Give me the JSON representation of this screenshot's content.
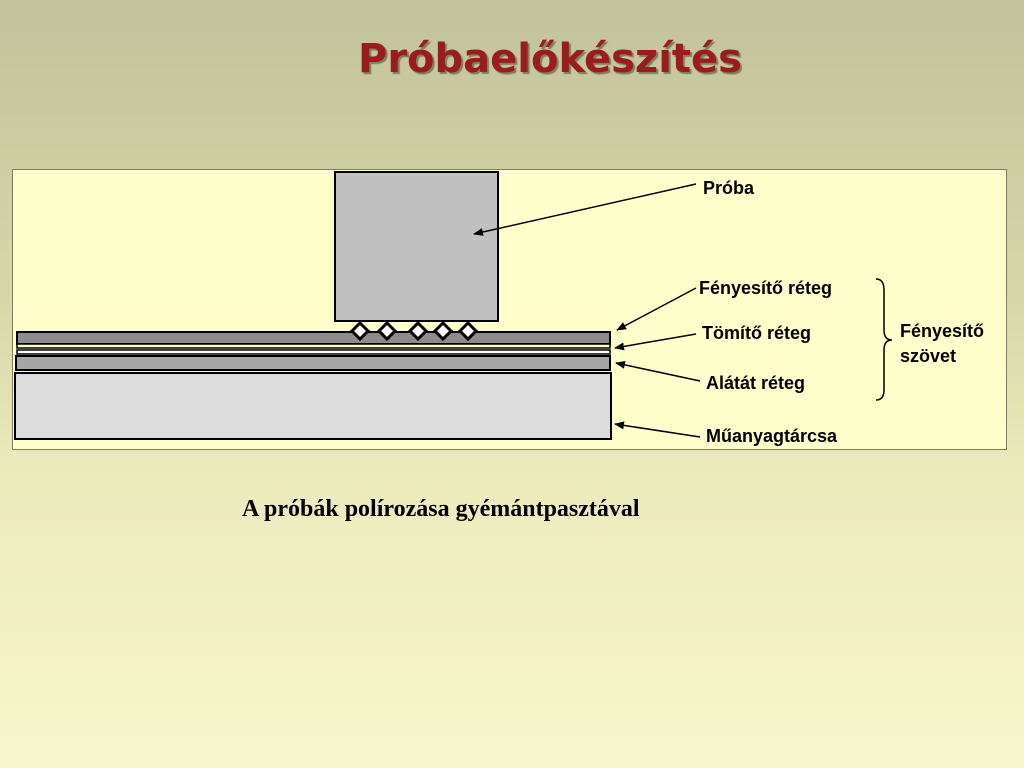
{
  "slide": {
    "title": "Próbaelőkészítés",
    "caption": "A próbák polírozása gyémántpasztával"
  },
  "diagram": {
    "labels": {
      "sample": "Próba",
      "polishing_layer": "Fényesítő réteg",
      "sealing_layer": "Tömítő réteg",
      "backing_layer": "Alátát réteg",
      "plastic_disc": "Műanyagtárcsa",
      "group_line1": "Fényesítő",
      "group_line2": "szövet"
    },
    "abrasive_particle_count": 5
  },
  "colors": {
    "title": "#9b1c1c",
    "box_fill": "#ffffcc",
    "sample_fill": "#c0c0c0",
    "disc_fill": "#dcdcdc"
  }
}
